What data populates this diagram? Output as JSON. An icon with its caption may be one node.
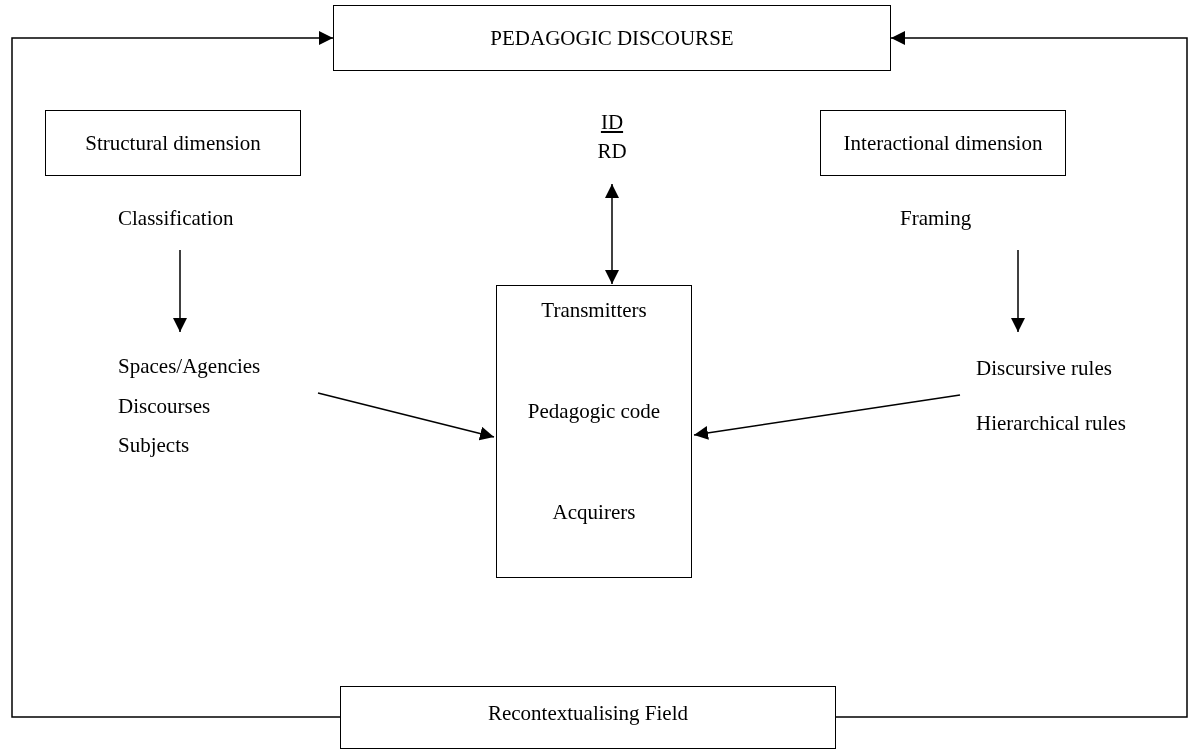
{
  "diagram": {
    "nodes": [
      {
        "text": [
          "PEDAGOGIC DISCOURSE"
        ]
      },
      {
        "text": [
          "Structural dimension"
        ]
      },
      {
        "text": [
          "Classification"
        ]
      },
      {
        "text": [
          "ID",
          "RD"
        ]
      },
      {
        "text": [
          "Interactional dimension"
        ]
      },
      {
        "text": [
          "Framing"
        ]
      },
      {
        "text": [
          "Spaces/Agencies",
          "Discourses",
          "Subjects"
        ]
      },
      {
        "text": [
          "Transmitters",
          "Pedagogic code",
          "Acquirers"
        ]
      },
      {
        "text": [
          "Discursive rules",
          "Hierarchical rules"
        ]
      },
      {
        "text": [
          "Recontextualising Field"
        ]
      }
    ],
    "edges": [
      {
        "from": 9,
        "to": 0,
        "arrow": "to"
      },
      {
        "from": 9,
        "to": 0,
        "arrow": "to"
      },
      {
        "from": 2,
        "to": 6,
        "arrow": "to"
      },
      {
        "from": 5,
        "to": 8,
        "arrow": "to"
      },
      {
        "from": 3,
        "to": 7,
        "arrow": "both"
      },
      {
        "from": 6,
        "to": 7,
        "arrow": "to"
      },
      {
        "from": 8,
        "to": 7,
        "arrow": "to"
      }
    ]
  }
}
